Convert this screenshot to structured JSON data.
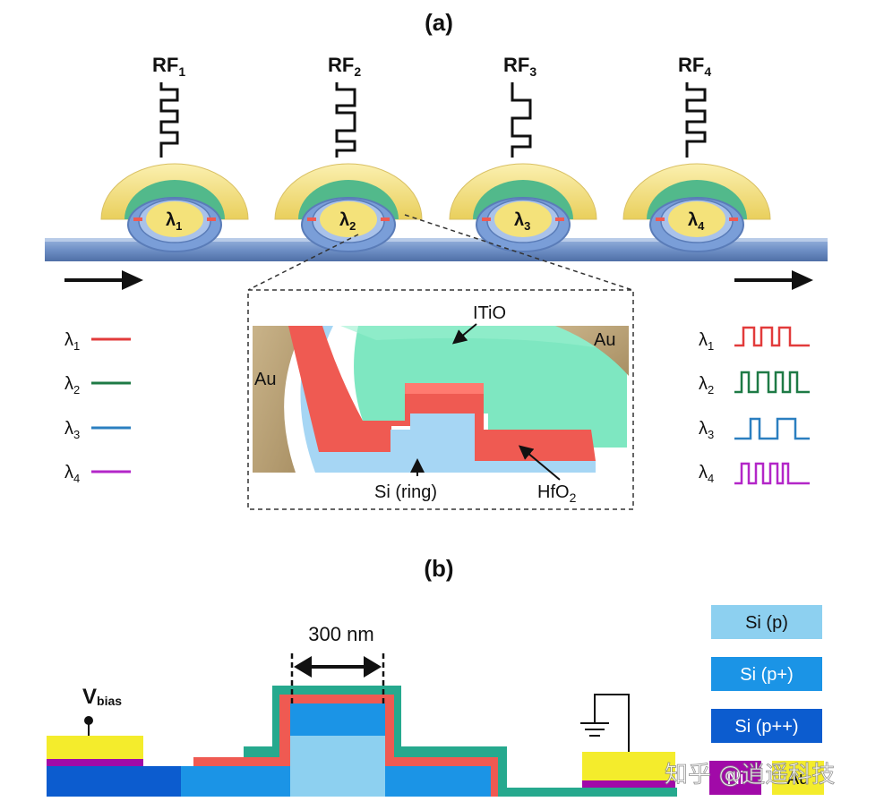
{
  "panel_a": {
    "label": "(a)",
    "rf_inputs": [
      {
        "name": "RF",
        "sub": "1",
        "lambda": "λ",
        "lambda_sub": "1",
        "pattern": [
          0,
          1,
          0,
          1,
          0,
          1,
          0
        ]
      },
      {
        "name": "RF",
        "sub": "2",
        "lambda": "λ",
        "lambda_sub": "2",
        "pattern": [
          0,
          1,
          1,
          0,
          1,
          1,
          0
        ]
      },
      {
        "name": "RF",
        "sub": "3",
        "lambda": "λ",
        "lambda_sub": "3",
        "pattern": [
          0,
          1,
          1,
          1,
          0,
          0,
          0
        ]
      },
      {
        "name": "RF",
        "sub": "4",
        "lambda": "λ",
        "lambda_sub": "4",
        "pattern": [
          0,
          1,
          0,
          1,
          1,
          0,
          0
        ]
      }
    ],
    "inputs_legend": [
      {
        "label": "λ",
        "sub": "1",
        "color": "#e23b3b"
      },
      {
        "label": "λ",
        "sub": "2",
        "color": "#1e7a45"
      },
      {
        "label": "λ",
        "sub": "3",
        "color": "#2b7fc0"
      },
      {
        "label": "λ",
        "sub": "4",
        "color": "#b326c8"
      }
    ],
    "outputs_legend": [
      {
        "label": "λ",
        "sub": "1",
        "color": "#e23b3b",
        "pattern": [
          1,
          0,
          1,
          0,
          1,
          0
        ]
      },
      {
        "label": "λ",
        "sub": "2",
        "color": "#1e7a45",
        "pattern": [
          1,
          0,
          1,
          1,
          0,
          1
        ]
      },
      {
        "label": "λ",
        "sub": "3",
        "color": "#2b7fc0",
        "pattern": [
          0,
          1,
          0,
          1,
          0,
          0
        ]
      },
      {
        "label": "λ",
        "sub": "4",
        "color": "#b326c8",
        "pattern": [
          1,
          0,
          1,
          0,
          1,
          1
        ]
      }
    ],
    "inset": {
      "itio": "ITiO",
      "au_left": "Au",
      "au_right": "Au",
      "si_ring": "Si (ring)",
      "hfo2": "HfO",
      "hfo2_sub": "2"
    }
  },
  "panel_b": {
    "label": "(b)",
    "width_label": "300 nm",
    "vbias": "V",
    "vbias_sub": "bias",
    "legend": [
      {
        "label": "Si (p)",
        "color": "#8dd0f0"
      },
      {
        "label": "Si (p+)",
        "color": "#1b94e6"
      },
      {
        "label": "Si (p++)",
        "color": "#0c5ccf"
      }
    ],
    "bottom_swatches": [
      {
        "label": "Ni",
        "color": "#a10aa8"
      },
      {
        "label": "Au",
        "color": "#f4ec2c"
      }
    ],
    "watermark": "知乎 @逍遥科技"
  },
  "colors": {
    "gold": "#f3e58d",
    "green": "#52b98b",
    "ring_blue": "#7a9ed8",
    "waveguide": "#6e8fc4",
    "hfo2": "#ef5a52",
    "itio": "#7deac2",
    "si_light": "#9fd5f3",
    "teal_layer": "#26a98e"
  }
}
